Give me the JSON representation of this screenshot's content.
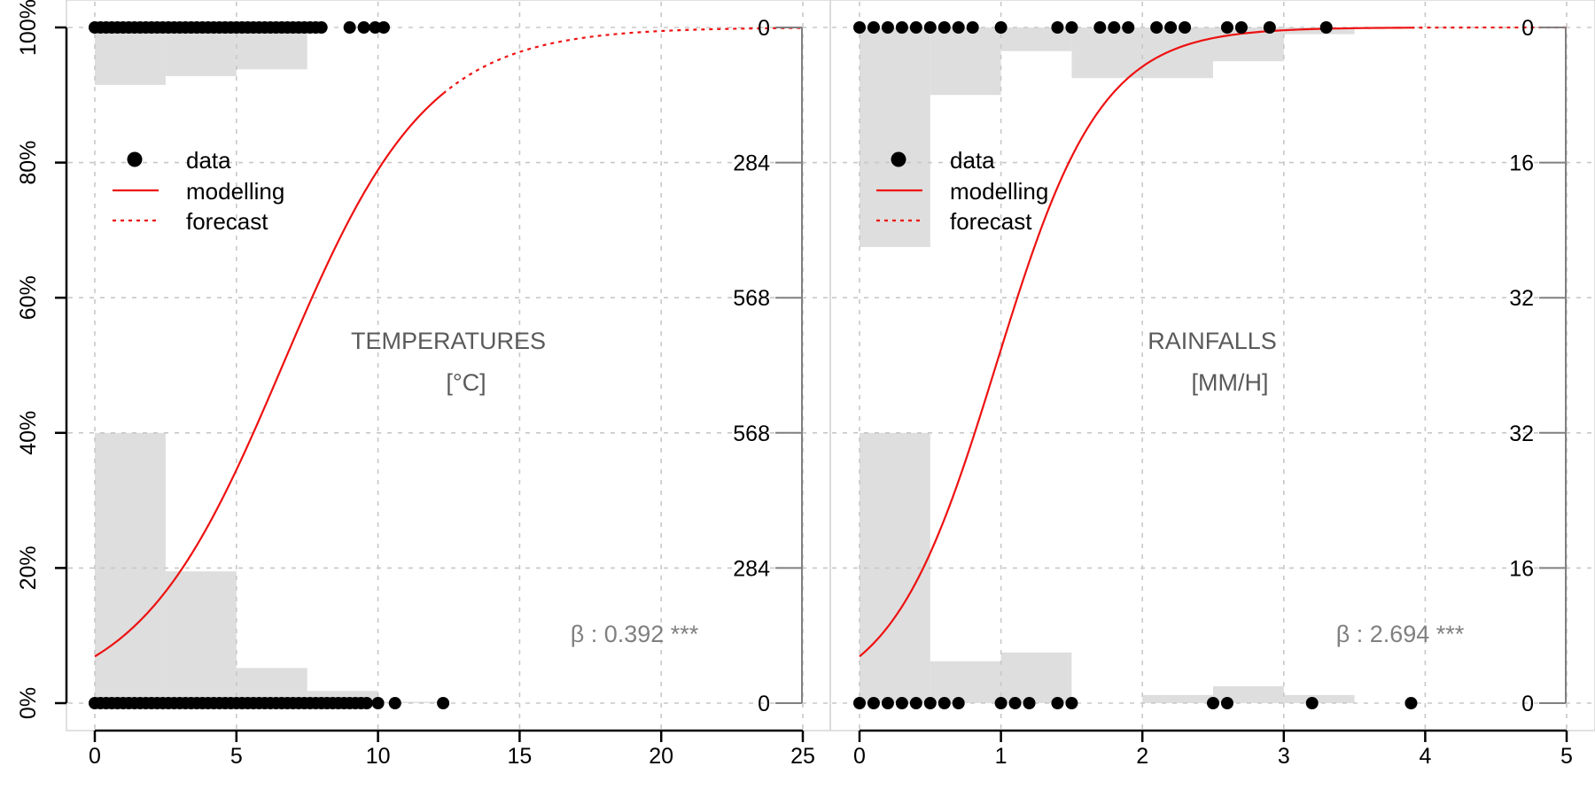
{
  "chart_data": [
    {
      "type": "scatter",
      "panel_label": [
        "TEMPERATURES",
        "[°C]"
      ],
      "annotation": "β : 0.392 ***",
      "xlim": [
        0,
        25
      ],
      "ylim": [
        0,
        1
      ],
      "x_ticks": [
        "0",
        "5",
        "10",
        "15",
        "20",
        "25"
      ],
      "y_ticks": [
        "0%",
        "20%",
        "40%",
        "60%",
        "80%",
        "100%"
      ],
      "right_ticks": [
        {
          "y": 0,
          "label": "0"
        },
        {
          "y": 0.2,
          "label": "284"
        },
        {
          "y": 0.4,
          "label": "568"
        },
        {
          "y": 0.6,
          "label": "568"
        },
        {
          "y": 0.8,
          "label": "284"
        },
        {
          "y": 1.0,
          "label": "0"
        }
      ],
      "grid": true,
      "legend": {
        "position": "top-left",
        "entries": [
          "data",
          "modelling",
          "forecast"
        ]
      },
      "curve": {
        "type": "logistic",
        "intercept": -2.6,
        "slope": 0.392,
        "model_x": [
          0,
          12.3
        ],
        "forecast_x": [
          12.3,
          25
        ]
      },
      "hist_bottom": {
        "bin_width": 2.5,
        "values": [
          0.4,
          0.195,
          0.052,
          0.018,
          0.002
        ]
      },
      "hist_top": {
        "bin_width": 2.5,
        "values": [
          0.085,
          0.072,
          0.062,
          0.0
        ]
      },
      "points_y1": [
        0,
        0.2,
        0.4,
        0.6,
        0.8,
        1,
        1.2,
        1.4,
        1.6,
        1.8,
        2,
        2.2,
        2.4,
        2.6,
        2.8,
        3,
        3.2,
        3.4,
        3.6,
        3.8,
        4,
        4.2,
        4.4,
        4.6,
        4.8,
        5,
        5.2,
        5.4,
        5.6,
        5.8,
        6,
        6.2,
        6.4,
        6.6,
        6.8,
        7,
        7.2,
        7.4,
        7.6,
        7.8,
        8,
        9,
        9.5,
        9.9,
        10.2
      ],
      "points_y0": [
        0,
        0.2,
        0.4,
        0.6,
        0.8,
        1,
        1.2,
        1.4,
        1.6,
        1.8,
        2,
        2.2,
        2.4,
        2.6,
        2.8,
        3,
        3.2,
        3.4,
        3.6,
        3.8,
        4,
        4.2,
        4.4,
        4.6,
        4.8,
        5,
        5.2,
        5.4,
        5.6,
        5.8,
        6,
        6.2,
        6.4,
        6.6,
        6.8,
        7,
        7.2,
        7.4,
        7.6,
        7.8,
        8,
        8.2,
        8.4,
        8.6,
        8.8,
        9,
        9.2,
        9.4,
        9.6,
        10,
        10.6,
        12.3
      ]
    },
    {
      "type": "scatter",
      "panel_label": [
        "RAINFALLS",
        "[MM/H]"
      ],
      "annotation": "β : 2.694 ***",
      "xlim": [
        0,
        5
      ],
      "ylim": [
        0,
        1
      ],
      "x_ticks": [
        "0",
        "1",
        "2",
        "3",
        "4",
        "5"
      ],
      "y_ticks": [
        "0%",
        "20%",
        "40%",
        "60%",
        "80%",
        "100%"
      ],
      "right_ticks": [
        {
          "y": 0,
          "label": "0"
        },
        {
          "y": 0.2,
          "label": "16"
        },
        {
          "y": 0.4,
          "label": "32"
        },
        {
          "y": 0.6,
          "label": "32"
        },
        {
          "y": 0.8,
          "label": "16"
        },
        {
          "y": 1.0,
          "label": "0"
        }
      ],
      "grid": true,
      "legend": {
        "position": "top-left",
        "entries": [
          "data",
          "modelling",
          "forecast"
        ]
      },
      "curve": {
        "type": "logistic",
        "intercept": -2.6,
        "slope": 2.694,
        "model_x": [
          0,
          3.9
        ],
        "forecast_x": [
          3.9,
          5
        ]
      },
      "hist_bottom": {
        "bin_width": 0.5,
        "values": [
          0.4,
          0.062,
          0.075,
          0.0,
          0.012,
          0.025,
          0.012,
          0.0,
          0.0,
          0.0
        ]
      },
      "hist_top": {
        "bin_width": 0.5,
        "values": [
          0.325,
          0.1,
          0.035,
          0.075,
          0.075,
          0.05,
          0.01,
          0.0,
          0.0,
          0.0
        ]
      },
      "points_y1": [
        0,
        0.1,
        0.2,
        0.3,
        0.4,
        0.5,
        0.6,
        0.7,
        0.8,
        1.0,
        1.4,
        1.5,
        1.7,
        1.8,
        1.9,
        2.1,
        2.2,
        2.3,
        2.6,
        2.7,
        2.9,
        3.3
      ],
      "points_y0": [
        0,
        0.1,
        0.2,
        0.3,
        0.4,
        0.5,
        0.6,
        0.7,
        1.0,
        1.1,
        1.2,
        1.4,
        1.5,
        2.5,
        2.6,
        3.2,
        3.9
      ]
    }
  ],
  "legend_labels": {
    "data": "data",
    "modelling": "modelling",
    "forecast": "forecast"
  },
  "colors": {
    "curve": "#ee1111",
    "points": "#000000",
    "hist": "#dedede",
    "grid": "#c8c8c8",
    "axis_right": "#808080",
    "panel_text": "#5a5a5a",
    "annotation": "#808080"
  }
}
